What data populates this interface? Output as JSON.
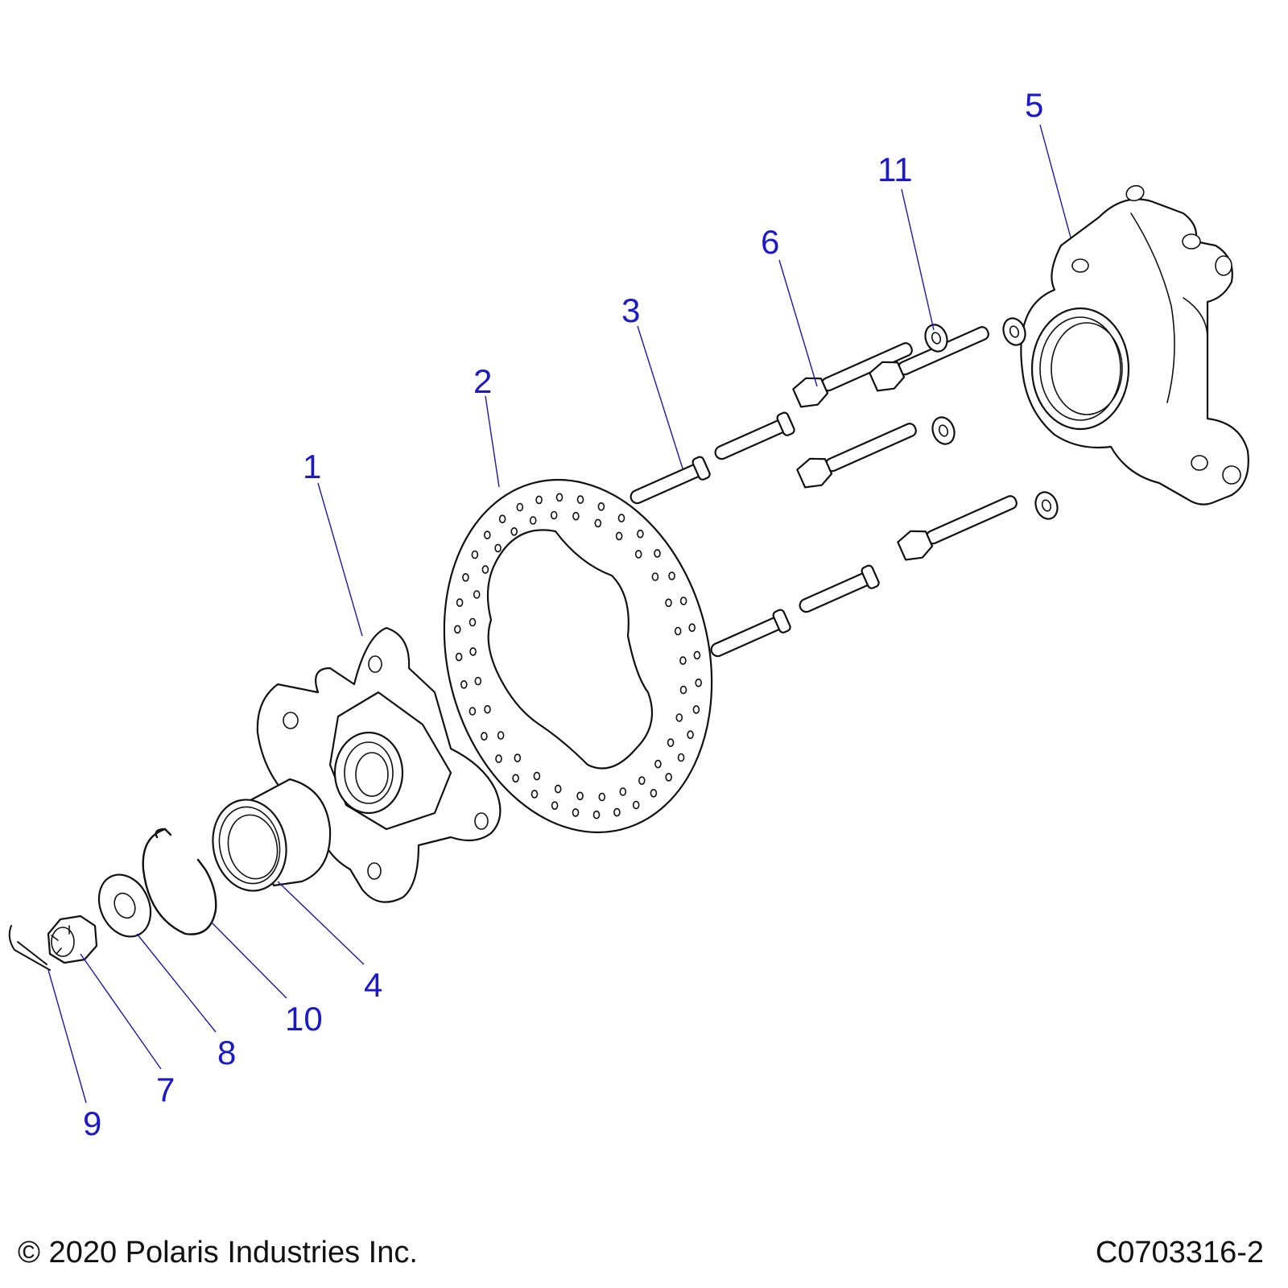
{
  "callouts": {
    "hub": "1",
    "brake_disc": "2",
    "wheel_stud": "3",
    "wheel_bearing": "4",
    "bearing_carrier": "5",
    "brake_bolt": "6",
    "castle_nut": "7",
    "washer": "8",
    "cotter_pin": "9",
    "retaining_ring": "10",
    "bolt_washer": "11"
  },
  "footer": {
    "copyright": "© 2020 Polaris Industries Inc.",
    "drawing_id": "C0703316-2"
  },
  "colors": {
    "callout": "#1a1acc",
    "leader": "#1a1aa8",
    "linework": "#111111"
  }
}
